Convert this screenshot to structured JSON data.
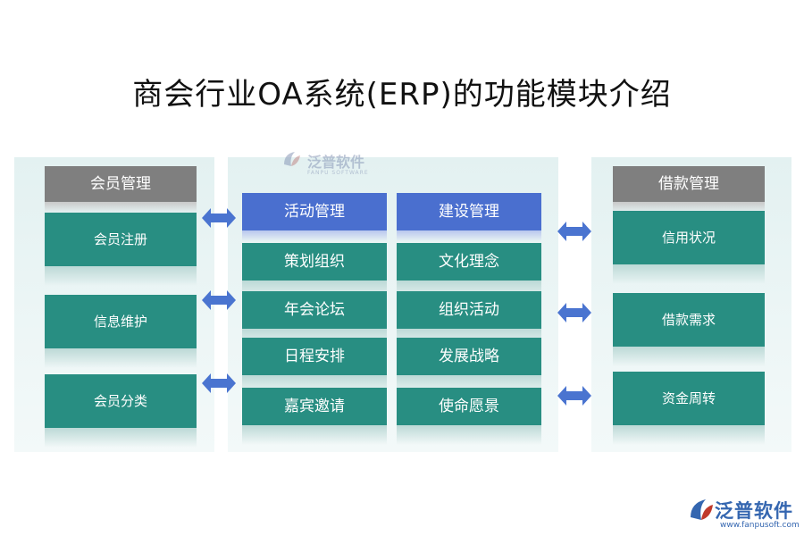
{
  "title": "商会行业OA系统(ERP)的功能模块介绍",
  "left": {
    "header": "会员管理",
    "items": [
      "会员注册",
      "信息维护",
      "会员分类"
    ]
  },
  "middle": {
    "col1": {
      "header": "活动管理",
      "items": [
        "策划组织",
        "年会论坛",
        "日程安排",
        "嘉宾邀请"
      ]
    },
    "col2": {
      "header": "建设管理",
      "items": [
        "文化理念",
        "组织活动",
        "发展战略",
        "使命愿景"
      ]
    }
  },
  "right": {
    "header": "借款管理",
    "items": [
      "信用状况",
      "借款需求",
      "资金周转"
    ]
  },
  "watermark": {
    "text": "泛普软件",
    "sub": "FANPU SOFTWARE"
  },
  "logo": {
    "text": "泛普软件",
    "url": "www.fanpusoft.com"
  },
  "colors": {
    "teal": "#288e82",
    "blue_header": "#4a6fcf",
    "gray_header": "#7f7f7f",
    "arrow": "#4a74d0",
    "panel_bg": "#e3f1f1"
  },
  "icons": [
    "double-arrow-icon",
    "fanpu-logo-icon"
  ]
}
